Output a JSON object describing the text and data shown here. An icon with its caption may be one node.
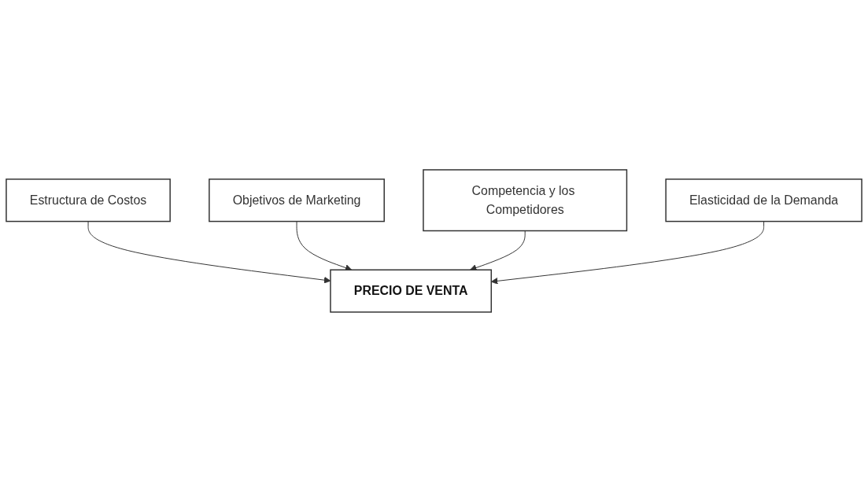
{
  "diagram": {
    "nodes": [
      {
        "text": [
          "Estructura de Costos"
        ]
      },
      {
        "text": [
          "Objetivos de Marketing"
        ]
      },
      {
        "text": [
          "PRECIO DE VENTA"
        ]
      },
      {
        "text": [
          "Competencia y los Competidores"
        ]
      },
      {
        "text": [
          "Elasticidad de la Demanda"
        ]
      }
    ],
    "edges": [
      {
        "from": 0,
        "to": 2,
        "arrow": "to"
      },
      {
        "from": 1,
        "to": 2,
        "arrow": "to"
      },
      {
        "from": 3,
        "to": 2,
        "arrow": "to"
      },
      {
        "from": 4,
        "to": 2,
        "arrow": "to"
      }
    ]
  }
}
